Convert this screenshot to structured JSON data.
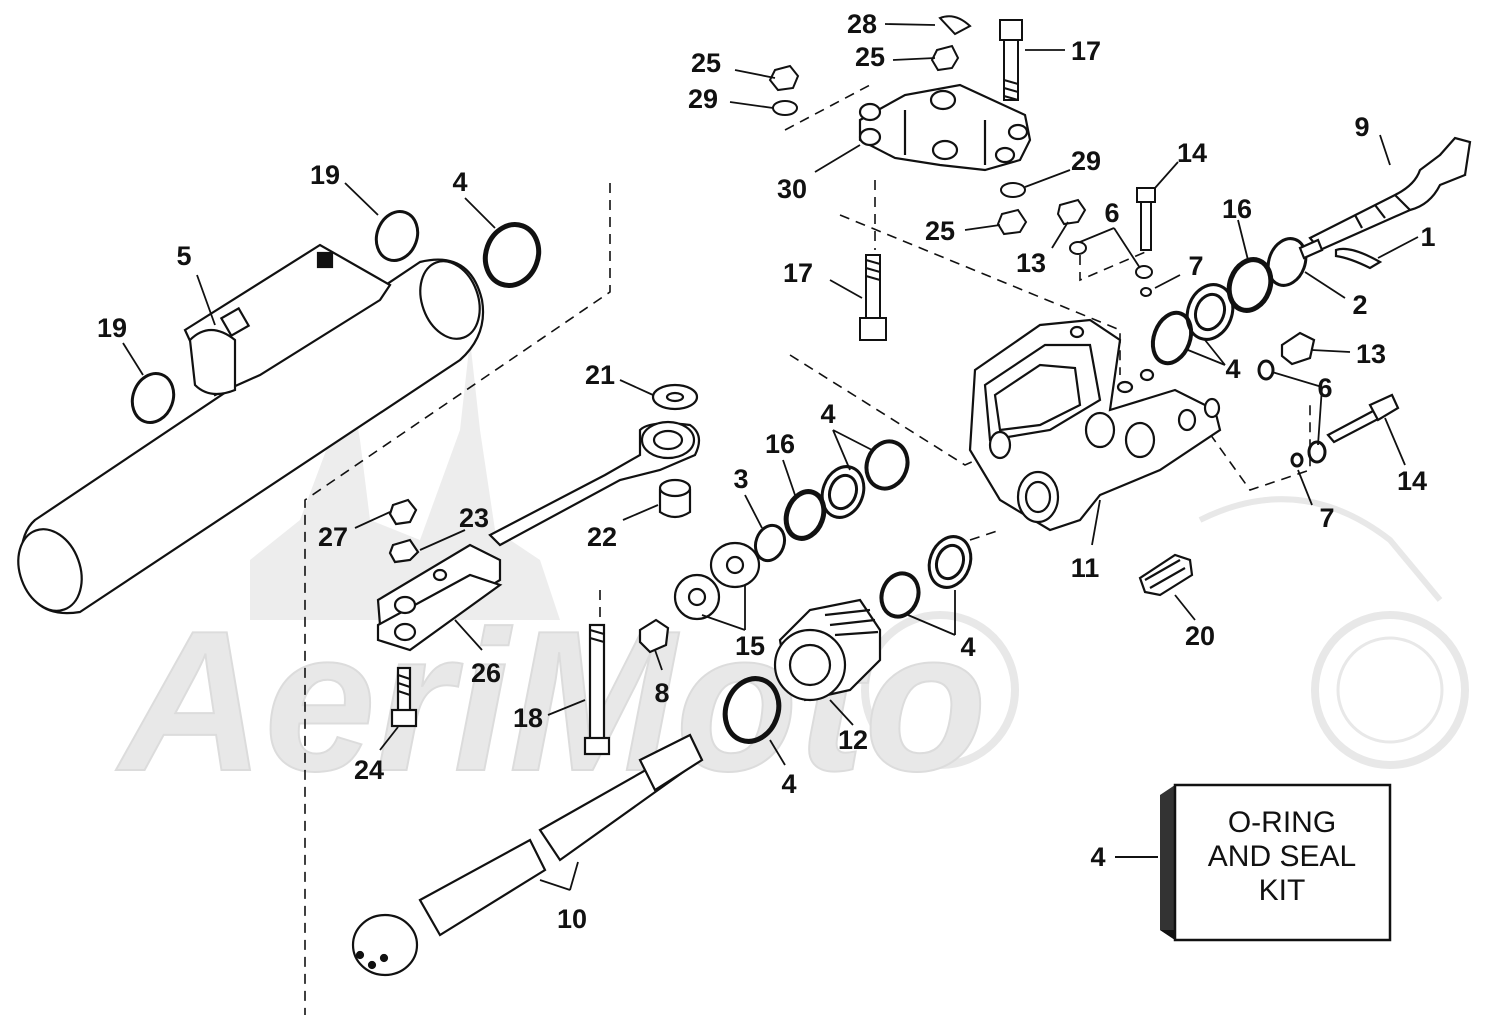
{
  "watermark": {
    "text": "AeriMoto",
    "color": "#e6e6e6"
  },
  "kit_box": {
    "line1": "O-RING",
    "line2": "AND SEAL",
    "line3": "KIT",
    "ref": "4"
  },
  "callouts": {
    "c28": "28",
    "c17a": "17",
    "c25a": "25",
    "c25b": "25",
    "c29a": "29",
    "c30": "30",
    "c29b": "29",
    "c25c": "25",
    "c17b": "17",
    "c14a": "14",
    "c9": "9",
    "c16a": "16",
    "c13a": "13",
    "c6a": "6",
    "c7a": "7",
    "c1": "1",
    "c2": "2",
    "c4e": "4",
    "c13b": "13",
    "c6b": "6",
    "c14b": "14",
    "c7b": "7",
    "c11": "11",
    "c20": "20",
    "c19a": "19",
    "c4a": "4",
    "c5": "5",
    "c19b": "19",
    "c21": "21",
    "c22": "22",
    "c4b": "4",
    "c16b": "16",
    "c3": "3",
    "c27": "27",
    "c23": "23",
    "c26": "26",
    "c15": "15",
    "c8": "8",
    "c4c": "4",
    "c12": "12",
    "c4d": "4",
    "c18": "18",
    "c24": "24",
    "c10": "10"
  }
}
